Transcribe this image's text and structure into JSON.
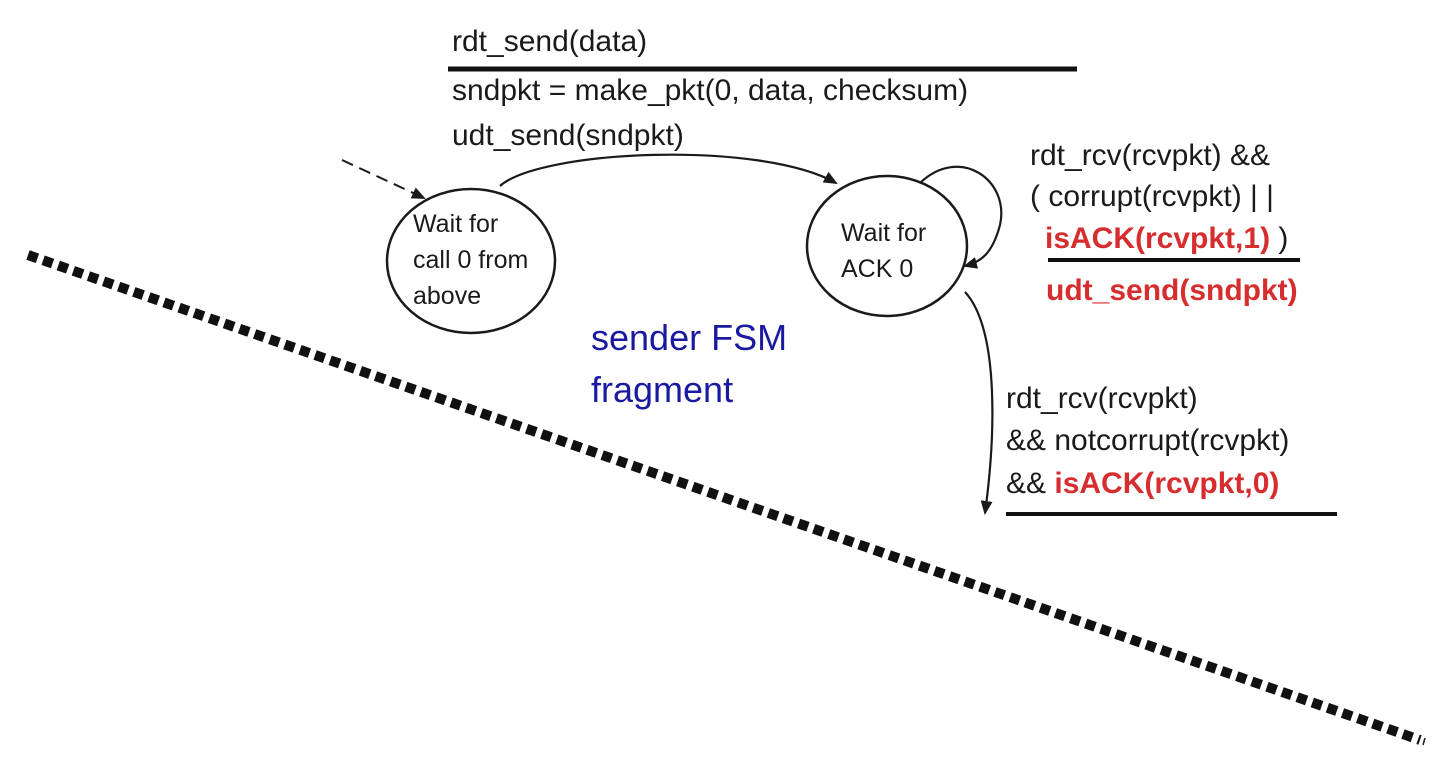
{
  "states": {
    "wait_call_0": {
      "lines": [
        "Wait for",
        "call 0 from",
        "above"
      ]
    },
    "wait_ack_0": {
      "lines": [
        "Wait for",
        "ACK 0"
      ]
    }
  },
  "transitions": {
    "send": {
      "event": "rdt_send(data)",
      "actions": [
        "sndpkt = make_pkt(0, data, checksum)",
        "udt_send(sndpkt)"
      ]
    },
    "retransmit": {
      "event_line1": "rdt_rcv(rcvpkt) &&",
      "event_line2": "( corrupt(rcvpkt) | |",
      "event_line3_red": "isACK(rcvpkt,1)",
      "event_line3_tail": " )",
      "action_red": "udt_send(sndpkt)"
    },
    "ack_ok": {
      "event_line1": "rdt_rcv(rcvpkt)",
      "event_line2": "&& notcorrupt(rcvpkt)",
      "event_line3_prefix": "&& ",
      "event_line3_red": "isACK(rcvpkt,0)"
    }
  },
  "caption": {
    "line1": "sender FSM",
    "line2": "fragment"
  },
  "colors": {
    "text": "#1a1a1a",
    "highlight": "#d62e2e",
    "caption": "#1a1aa0"
  }
}
